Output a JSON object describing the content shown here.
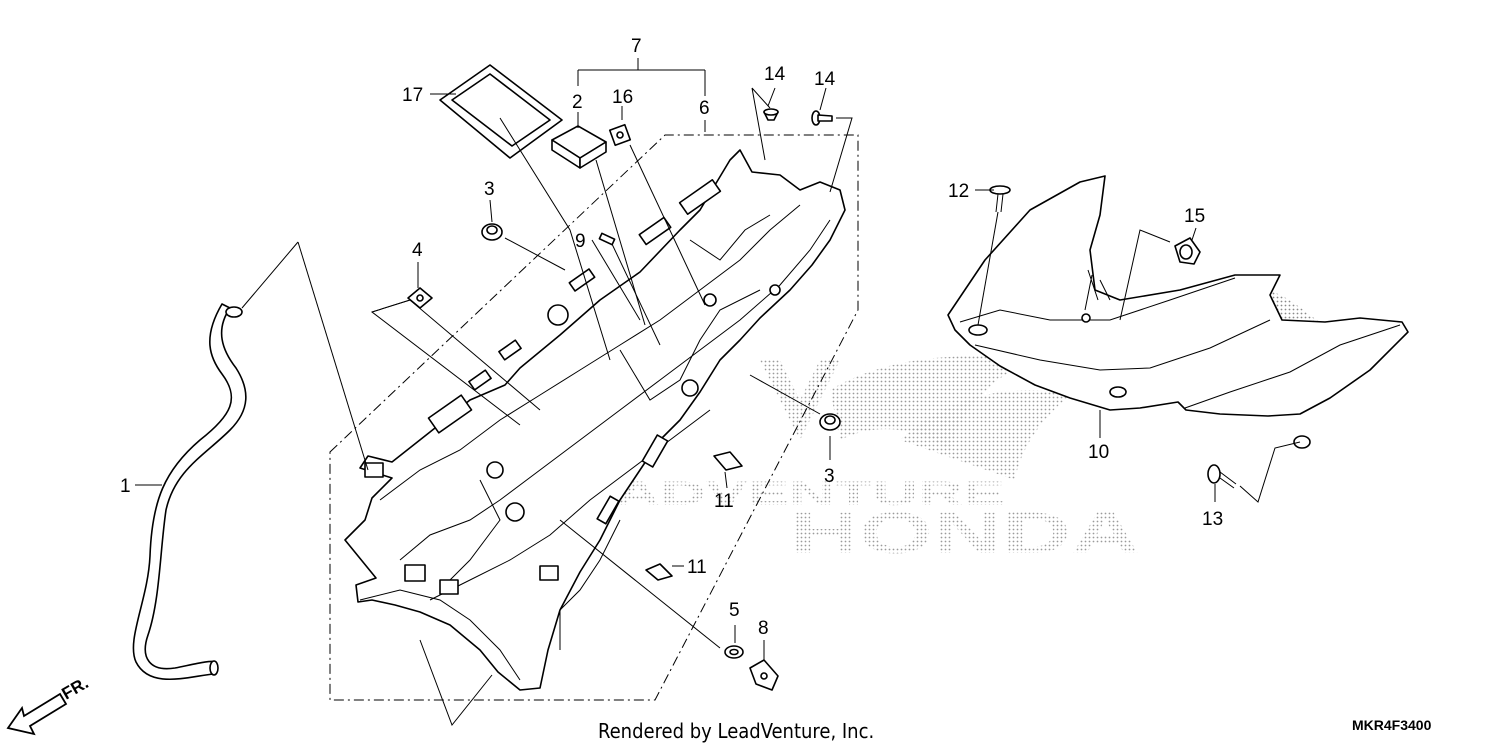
{
  "diagram": {
    "callouts": [
      "1",
      "2",
      "3",
      "3",
      "4",
      "5",
      "6",
      "7",
      "8",
      "9",
      "10",
      "11",
      "11",
      "12",
      "13",
      "14",
      "14",
      "15",
      "16",
      "17"
    ],
    "footer_text": "Rendered by LeadVenture, Inc.",
    "diagram_code": "MKR4F3400",
    "direction_label": "FR.",
    "watermark_brand": "HONDA",
    "watermark_text": "LEADVENTURE"
  }
}
